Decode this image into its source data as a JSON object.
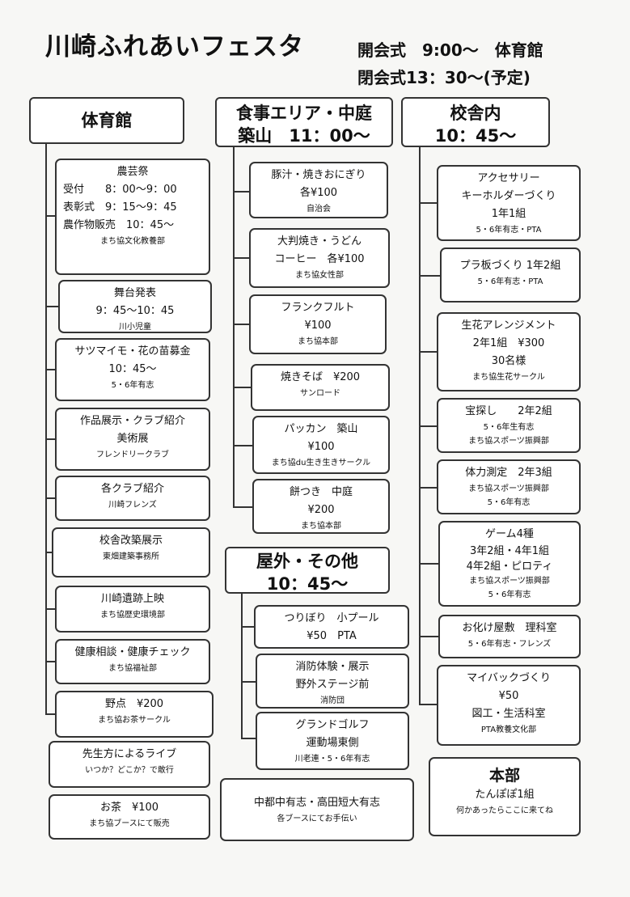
{
  "header": {
    "title": "川崎ふれあいフェスタ",
    "opening": "開会式　9:00～　体育館",
    "closing": "閉会式13：30～(予定)"
  },
  "gym": {
    "title": "体育館",
    "boxes": [
      {
        "lines": [
          "農芸祭",
          "受付　　8：00～9：00",
          "表彰式　9：15～9：45",
          "農作物販売　10：45～",
          "まち協文化教養部"
        ]
      },
      {
        "lines": [
          "舞台発表",
          "9：45～10：45",
          "川小児童"
        ]
      },
      {
        "lines": [
          "サツマイモ・花の苗募金",
          "10：45～",
          "5・6年有志"
        ]
      },
      {
        "lines": [
          "作品展示・クラブ紹介",
          "美術展",
          "フレンドリークラブ"
        ]
      },
      {
        "lines": [
          "各クラブ紹介",
          "川崎フレンズ"
        ]
      },
      {
        "lines": [
          "校舎改築展示",
          "東畑建築事務所"
        ]
      },
      {
        "lines": [
          "川崎遺跡上映",
          "まち協歴史環境部"
        ]
      },
      {
        "lines": [
          "健康相談・健康チェック",
          "まち協福祉部"
        ]
      },
      {
        "lines": [
          "野点　¥200",
          "まち協お茶サークル"
        ]
      }
    ],
    "extra": [
      {
        "lines": [
          "先生方によるライブ",
          "いつか？どこか？で敢行"
        ]
      },
      {
        "lines": [
          "お茶　¥100",
          "まち協ブースにて販売"
        ]
      }
    ]
  },
  "food": {
    "title": [
      "食事エリア・中庭",
      "築山　11：00～"
    ],
    "boxes": [
      {
        "lines": [
          "豚汁・焼きおにぎり",
          "各¥100",
          "自治会"
        ]
      },
      {
        "lines": [
          "大判焼き・うどん",
          "コーヒー　各¥100",
          "まち協女性部"
        ]
      },
      {
        "lines": [
          "フランクフルト",
          "¥100",
          "まち協本部"
        ]
      },
      {
        "lines": [
          "焼きそば　¥200",
          "サンロード"
        ]
      },
      {
        "lines": [
          "パッカン　築山",
          "¥100",
          "まち協du生き生きサークル"
        ]
      },
      {
        "lines": [
          "餅つき　中庭",
          "¥200",
          "まち協本部"
        ]
      }
    ]
  },
  "outdoor": {
    "title": [
      "屋外・その他",
      "10：45～"
    ],
    "boxes": [
      {
        "lines": [
          "つりぼり　小プール",
          "¥50　PTA"
        ]
      },
      {
        "lines": [
          "消防体験・展示",
          "野外ステージ前",
          "消防団"
        ]
      },
      {
        "lines": [
          "グランドゴルフ",
          "運動場東側",
          "川老連・5・6年有志"
        ]
      }
    ],
    "extra": {
      "lines": [
        "中都中有志・高田短大有志",
        "各ブースにてお手伝い"
      ]
    }
  },
  "school": {
    "title": [
      "校舎内",
      "10：45～"
    ],
    "boxes": [
      {
        "lines": [
          "アクセサリー",
          "キーホルダーづくり",
          "1年1組",
          "5・6年有志・PTA"
        ]
      },
      {
        "lines": [
          "プラ板づくり 1年2組",
          "5・6年有志・PTA"
        ]
      },
      {
        "lines": [
          "生花アレンジメント",
          "2年1組　¥300",
          "30名様",
          "まち協生花サークル"
        ]
      },
      {
        "lines": [
          "宝探し　　2年2組",
          "5・6年生有志",
          "まち協スポーツ振興部"
        ]
      },
      {
        "lines": [
          "体力測定　2年3組",
          "まち協スポーツ振興部",
          "5・6年有志"
        ]
      },
      {
        "lines": [
          "ゲーム4種",
          "3年2組・4年1組",
          "4年2組・ピロティ",
          "まち協スポーツ振興部",
          "5・6年有志"
        ]
      },
      {
        "lines": [
          "お化け屋敷　理科室",
          "5・6年有志・フレンズ"
        ]
      },
      {
        "lines": [
          "マイバックづくり",
          "¥50",
          "図工・生活科室",
          "PTA教養文化部"
        ]
      }
    ],
    "extra": {
      "lines": [
        "本部",
        "たんぽぽ1組",
        "何かあったらここに来てね"
      ]
    }
  }
}
